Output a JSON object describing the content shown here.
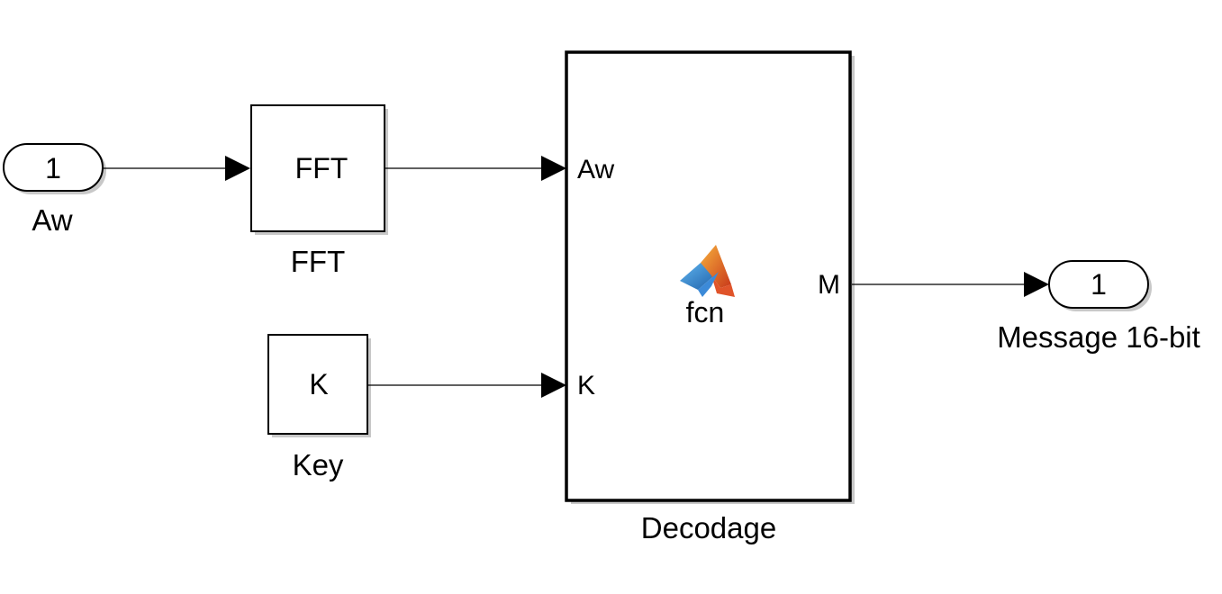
{
  "diagram": {
    "inport": {
      "number": "1",
      "name": "Aw"
    },
    "fft_block": {
      "text": "FFT",
      "name": "FFT"
    },
    "key_block": {
      "text": "K",
      "name": "Key"
    },
    "function_block": {
      "name": "Decodage",
      "function_name": "fcn",
      "input_ports": [
        "Aw",
        "K"
      ],
      "output_port": "M",
      "icon": "matlab-logo-icon"
    },
    "outport": {
      "number": "1",
      "name": "Message 16-bit"
    }
  },
  "colors": {
    "background": "#ffffff",
    "line": "#000000",
    "shadow": "#c8c8c8",
    "logo_orange": "#e8701a",
    "logo_blue": "#2a7fd4"
  }
}
